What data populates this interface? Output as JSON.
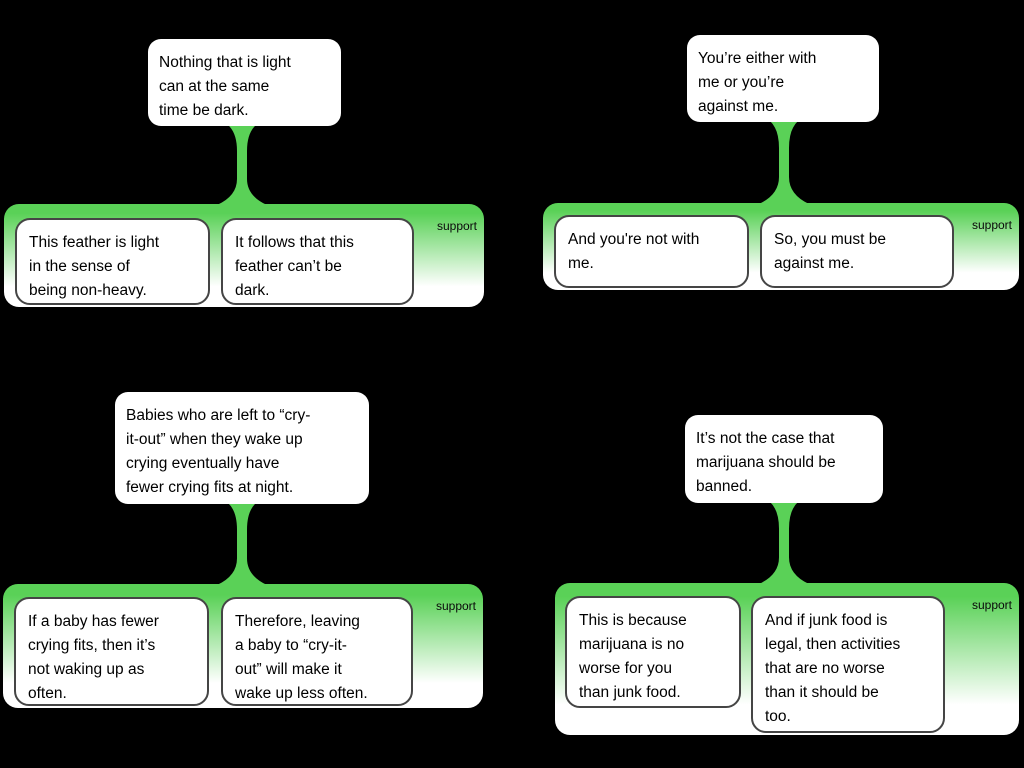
{
  "colors": {
    "background": "#000000",
    "green": "#5ad157",
    "node-border": "#454545",
    "text": "#000000"
  },
  "maps": [
    {
      "conclusion": "Nothing that is light\ncan at the same\ntime be dark.",
      "group_label": "support",
      "premises": [
        "This feather is light\nin the sense of\nbeing non-heavy.",
        "It follows that this\nfeather can’t be\ndark."
      ]
    },
    {
      "conclusion": "You’re either with\nme or you’re\nagainst me.",
      "group_label": "support",
      "premises": [
        "And you're not with\nme.",
        "So, you must be\nagainst me."
      ]
    },
    {
      "conclusion": "Babies who are left to “cry-\nit-out” when they wake up\ncrying eventually have\nfewer crying fits at night.",
      "group_label": "support",
      "premises": [
        "If a baby has fewer\ncrying fits, then it’s\nnot waking up as\noften.",
        "Therefore, leaving\na baby to “cry-it-\nout” will make it\nwake up less often."
      ]
    },
    {
      "conclusion": "It’s not the case that\nmarijuana should be\nbanned.",
      "group_label": "support",
      "premises": [
        "This is because\nmarijuana is no\nworse for you\nthan junk food.",
        "And if junk food is\nlegal, then activities\nthat are no worse\nthan it should be\ntoo."
      ]
    }
  ]
}
